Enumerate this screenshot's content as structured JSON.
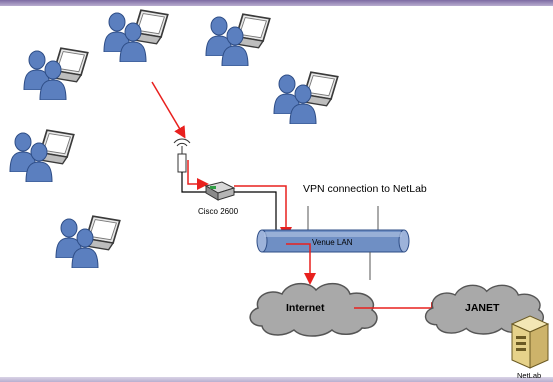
{
  "labels": {
    "vpn": "VPN connection to NetLab",
    "venue_lan": "Venue LAN",
    "internet": "Internet",
    "janet": "JANET",
    "router": "Cisco 2600",
    "netlab": "NetLab"
  },
  "icons": {
    "user_group": "user-group-with-laptop-icon",
    "wireless_ap": "wireless-access-point-icon",
    "router": "router-icon",
    "server": "server-icon",
    "cloud": "cloud-icon"
  },
  "colors": {
    "link_red": "#e8201e",
    "link_black": "#000000",
    "lan_pipe": "#6f8fc4",
    "cloud_fill": "#a9a9a9",
    "person": "#5b7fbf",
    "laptop": "#4a4a4a",
    "header_purple": "#7d6ba3"
  }
}
